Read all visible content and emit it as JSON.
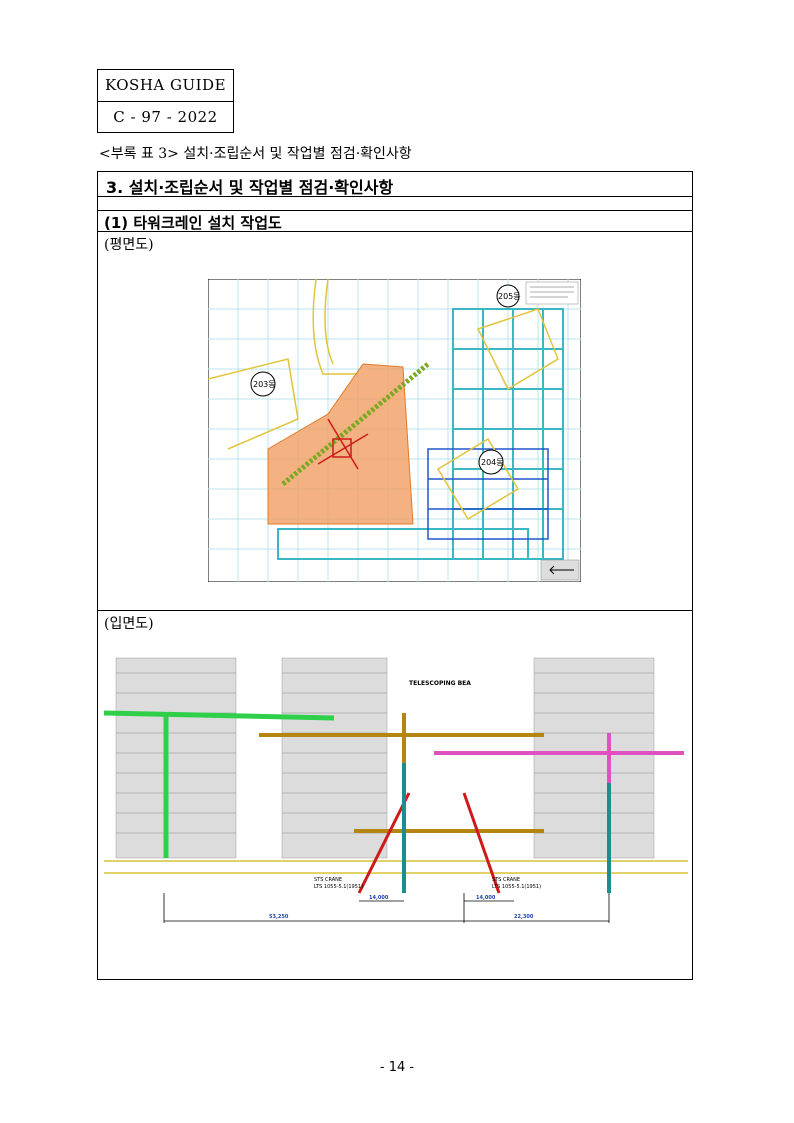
{
  "header": {
    "guide_label": "KOSHA GUIDE",
    "guide_code": "C - 97 - 2022"
  },
  "caption": "<부록 표 3> 설치·조립순서 및 작업별 점검·확인사항",
  "section": {
    "title": "3. 설치·조립순서 및 작업별 점검·확인사항",
    "subtitle": "(1) 타워크레인 설치 작업도",
    "plan_label": "(평면도)",
    "elevation_label": "(입면도)"
  },
  "plan": {
    "building_203": "203동",
    "building_204": "204동",
    "building_205": "205동"
  },
  "elevation": {
    "telescoping_label": "TELESCOPING BEA",
    "crane_left_label": "STS CRANE",
    "crane_left_model": "LTS 1055-5.1(1951)",
    "crane_right_label": "STS CRANE",
    "crane_right_model": "LTS 1055-5.1(1951)",
    "dim_left_small": "14,000",
    "dim_right_small": "14,000",
    "dim_left_total": "53,250",
    "dim_right_total": "22,300"
  },
  "footer": {
    "page_number": "- 14 -"
  }
}
